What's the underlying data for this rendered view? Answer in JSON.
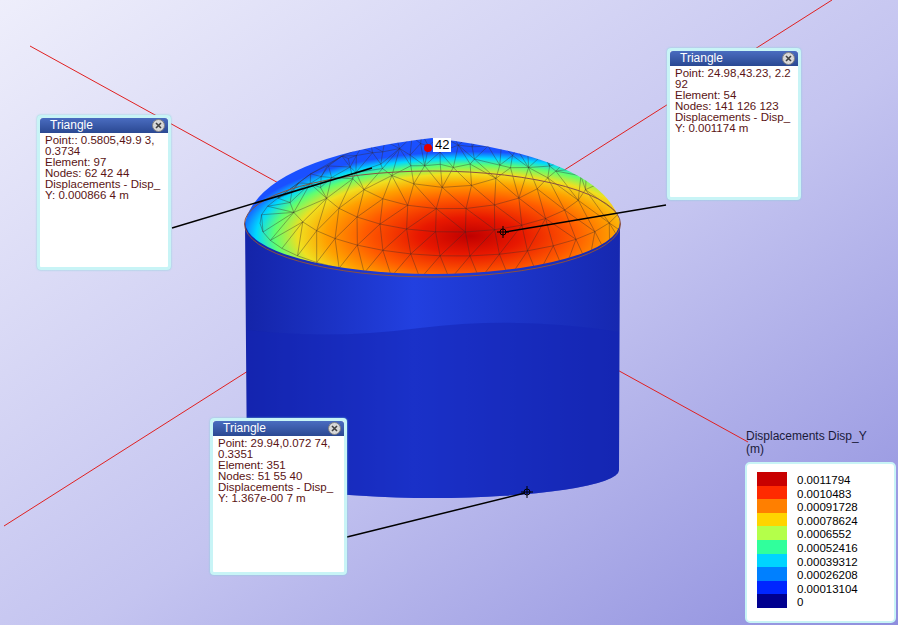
{
  "diagram": {
    "nodes": [
      {
        "text": [
          "Triangle",
          "Point:: 0.5805,49.9 3,0.3734",
          "Element: 97",
          "Nodes: 62 42 44",
          "Displacements - Disp_Y: 0.000866 4 m"
        ]
      },
      {
        "text": [
          "Triangle",
          "Point: 24.98,43.23, 2.292",
          "Element: 54",
          "Nodes: 141 126 123",
          "Displacements - Disp_Y: 0.001174 m"
        ]
      },
      {
        "text": [
          "Triangle",
          "Point: 29.94,0.072 74,0.3351",
          "Element: 351",
          "Nodes: 51 55 40",
          "Displacements - Disp_Y: 1.367e-00 7 m"
        ]
      }
    ],
    "labels": [
      "42",
      "Displacements Disp_Y (m)"
    ],
    "legend": [
      {
        "text": "0.0011794",
        "color": "#c80000"
      },
      {
        "text": "0.0010483",
        "color": "#ff2a00"
      },
      {
        "text": "0.00091728",
        "color": "#ff7f00"
      },
      {
        "text": "0.00078624",
        "color": "#ffd400"
      },
      {
        "text": "0.0006552",
        "color": "#b4ff4a"
      },
      {
        "text": "0.00052416",
        "color": "#30ff9c"
      },
      {
        "text": "0.00039312",
        "color": "#00d4ff"
      },
      {
        "text": "0.00026208",
        "color": "#0080ff"
      },
      {
        "text": "0.00013104",
        "color": "#0026ff"
      },
      {
        "text": "0",
        "color": "#00008f"
      }
    ]
  }
}
